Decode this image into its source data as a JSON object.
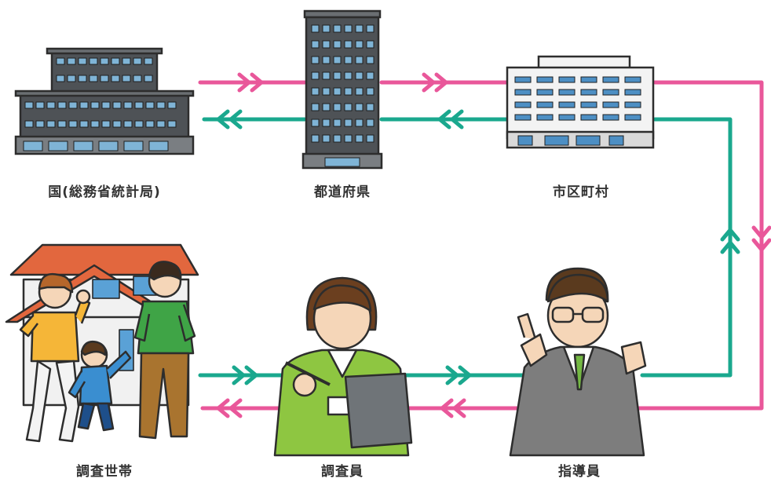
{
  "nodes": {
    "national": {
      "label": "国(総務省統計局)",
      "icon": "national-government-building-icon"
    },
    "prefecture": {
      "label": "都道府県",
      "icon": "prefecture-tower-building-icon"
    },
    "municipality": {
      "label": "市区町村",
      "icon": "municipal-office-building-icon"
    },
    "household": {
      "label": "調査世帯",
      "icon": "family-house-icon"
    },
    "enumerator": {
      "label": "調査員",
      "icon": "female-enumerator-clipboard-icon"
    },
    "supervisor": {
      "label": "指導員",
      "icon": "male-supervisor-suit-icon"
    }
  },
  "colors": {
    "pink_flow": "#e9579a",
    "teal_flow": "#1aa88e",
    "text": "#333333"
  }
}
